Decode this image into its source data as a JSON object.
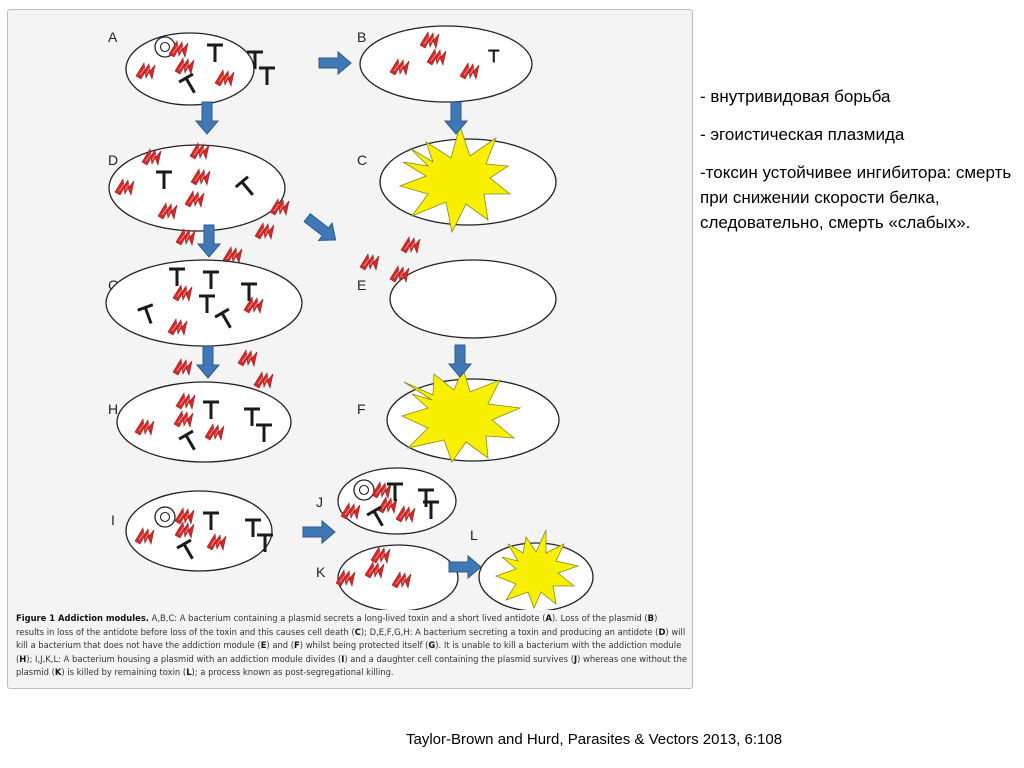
{
  "figure": {
    "panel_labels": {
      "A": "A",
      "B": "B",
      "C": "C",
      "D": "D",
      "E": "E",
      "F": "F",
      "G": "G",
      "H": "H",
      "I": "I",
      "J": "J",
      "K": "K",
      "L": "L"
    },
    "caption": {
      "title": "Figure 1 Addiction modules.",
      "segments": [
        {
          "t": " A,B,C: A bacterium containing a plasmid secrets a long-lived toxin and a short lived antidote ("
        },
        {
          "b": "A"
        },
        {
          "t": "). Loss of the plasmid ("
        },
        {
          "b": "B"
        },
        {
          "t": ") results in loss of the antidote before loss of the toxin and this causes cell death ("
        },
        {
          "b": "C"
        },
        {
          "t": "); D,E,F,G,H: A bacterium secreting a toxin and producing an antidote ("
        },
        {
          "b": "D"
        },
        {
          "t": ") will kill a bacterium that does not have the addiction module ("
        },
        {
          "b": "E"
        },
        {
          "t": ") and ("
        },
        {
          "b": "F"
        },
        {
          "t": ") whilst being protected itself ("
        },
        {
          "b": "G"
        },
        {
          "t": "). It is unable to kill a bacterium with the addiction module ("
        },
        {
          "b": "H"
        },
        {
          "t": "); I,J,K,L: A bacterium housing a plasmid with an addiction module divides ("
        },
        {
          "b": "I"
        },
        {
          "t": ") and a daughter cell containing the plasmid survives ("
        },
        {
          "b": "J"
        },
        {
          "t": ") whereas one without the plasmid ("
        },
        {
          "b": "K"
        },
        {
          "t": ") is killed by remaining toxin ("
        },
        {
          "b": "L"
        },
        {
          "t": "); a process known as post-segregational killing."
        }
      ]
    },
    "colors": {
      "toxin": "#d42a2a",
      "antidote": "#1a1a1a",
      "arrow": "#3f78b5",
      "arrow_edge": "#2a5a8e",
      "explosion": "#f8f000",
      "explosion_edge": "#8a8a10",
      "cell_edge": "#222222"
    }
  },
  "notes": [
    "- внутривидовая борьба",
    "- эгоистическая плазмида",
    "-токсин устойчивее ингибитора: смерть при снижении скорости белка, следовательно, смерть «слабых»."
  ],
  "citation": "Taylor-Brown and Hurd, Parasites & Vectors 2013, 6:108"
}
